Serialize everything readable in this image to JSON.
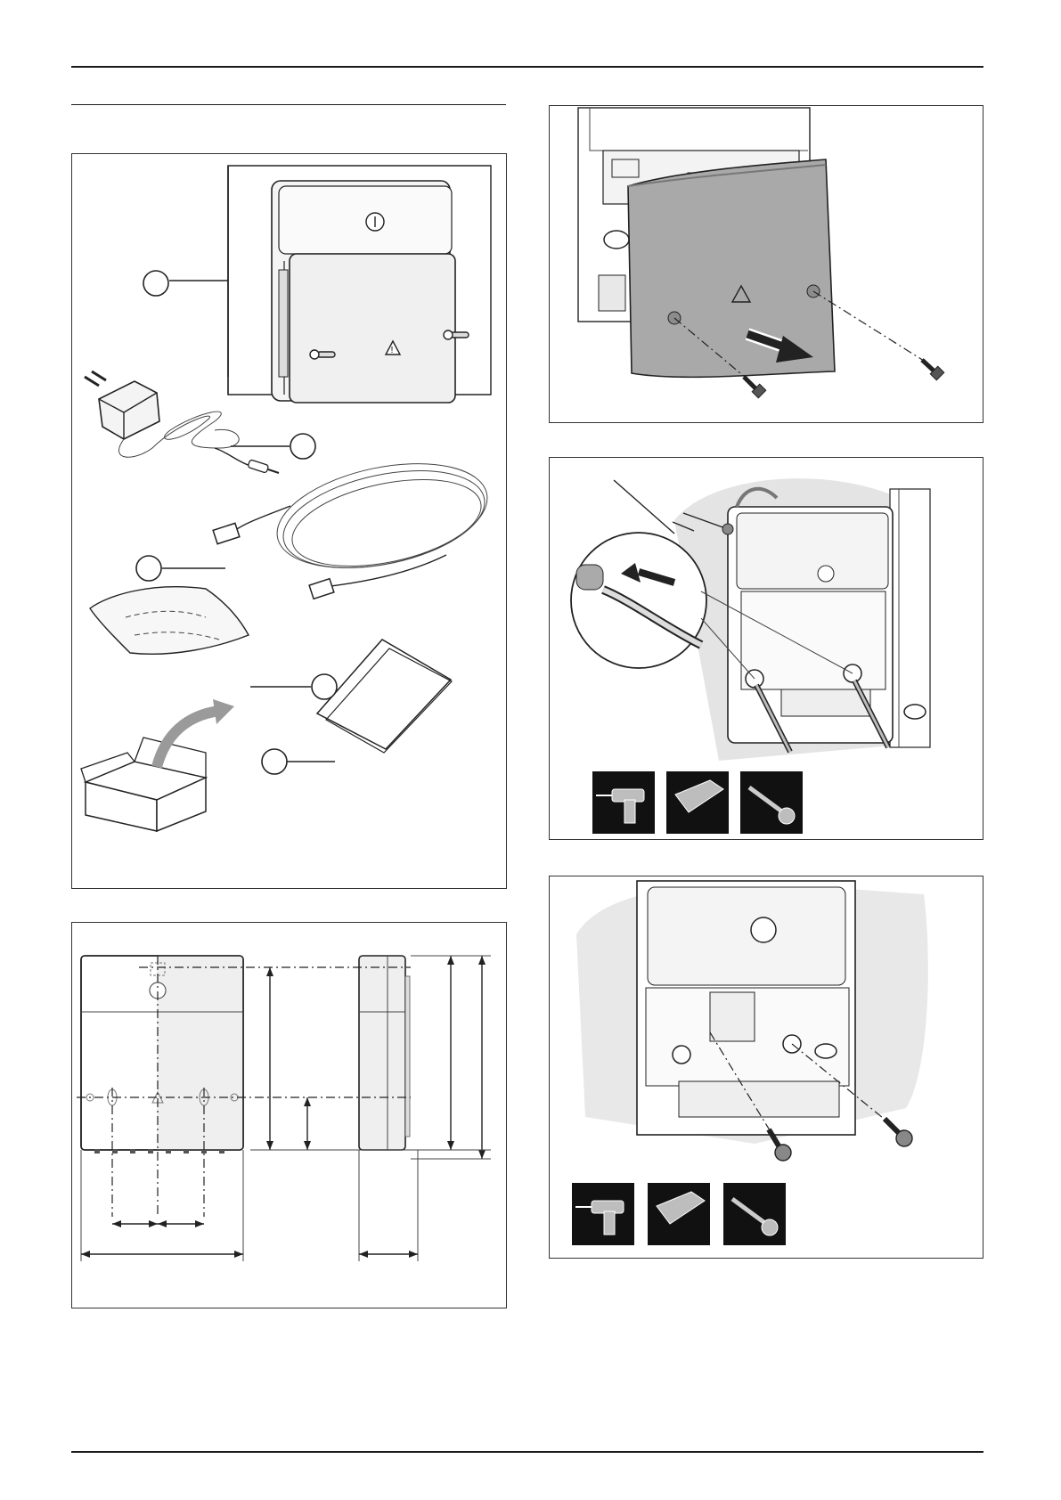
{
  "document": {
    "type": "installation instructions page",
    "figures": [
      {
        "id": "scope-of-delivery",
        "callouts": 5
      },
      {
        "id": "dimensions"
      },
      {
        "id": "remove-cover"
      },
      {
        "id": "mark-drill-holes",
        "tools": [
          "drill-icon",
          "wall-plug-icon",
          "screw-icon"
        ]
      },
      {
        "id": "mount-base",
        "tools": [
          "drill-icon",
          "wall-plug-icon",
          "screw-icon"
        ]
      }
    ]
  }
}
